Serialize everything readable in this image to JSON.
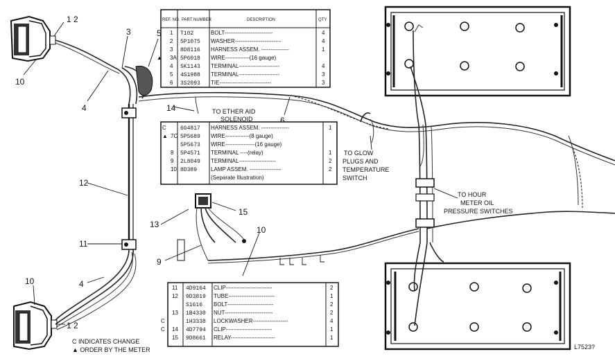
{
  "callouts": {
    "lamp_top": "1 2",
    "n3": "3",
    "n5": "5",
    "n10_top": "10",
    "n4_top": "4",
    "n14": "14",
    "n6": "6",
    "n12": "12",
    "n11": "11",
    "n4_bot": "4",
    "n10_bot": "10",
    "lamp_bot": "1 2",
    "n13": "13",
    "n15": "15",
    "n9": "9",
    "n10_mid": "10"
  },
  "labels": {
    "ether_line1": "TO ETHER AID",
    "ether_line2": "SOLENOID",
    "glow_line1": "TO GLOW",
    "glow_line2": "PLUGS AND",
    "glow_line3": "TEMPERATURE",
    "glow_line4": "SWITCH",
    "hour_line1": "TO HOUR",
    "hour_line2": "METER OIL",
    "hour_line3": "PRESSURE SWITCHES",
    "legend_line1": "C INDICATES CHANGE",
    "legend_line2": "▲ ORDER BY THE METER",
    "figure_no": "L7523?"
  },
  "table1": {
    "headers": [
      "REF. NO.",
      "PART NUMBER",
      "DESCRIPTION",
      "QTY"
    ],
    "rows": [
      {
        "mark": "",
        "ref": "1",
        "part": "T102",
        "desc": "BOLT--------------------------",
        "qty": "4"
      },
      {
        "mark": "",
        "ref": "2",
        "part": "5P1075",
        "desc": "WASHER-------------------------",
        "qty": "4"
      },
      {
        "mark": "",
        "ref": "3",
        "part": "8D8116",
        "desc": "HARNESS ASSEM. ---------------",
        "qty": "1"
      },
      {
        "mark": "▲",
        "ref": "3A",
        "part": "5P6018",
        "desc": "WIRE-------------(16 gauge)",
        "qty": ""
      },
      {
        "mark": "",
        "ref": "4",
        "part": "5K1143",
        "desc": "TERMINAL----------------------",
        "qty": "4"
      },
      {
        "mark": "",
        "ref": "5",
        "part": "4S1988",
        "desc": "TERMINAL----------------------",
        "qty": "3"
      },
      {
        "mark": "",
        "ref": "6",
        "part": "3S2093",
        "desc": "TIE----------------------------",
        "qty": "3"
      }
    ]
  },
  "table2": {
    "rows": [
      {
        "mark": "C",
        "ref": "",
        "part": "6G4817",
        "desc": "HARNESS ASSEM. ---------------",
        "qty": "1"
      },
      {
        "mark": "▲",
        "ref": "7C",
        "part": "5P5689",
        "desc": "WIRE-------------(8 gauge)",
        "qty": ""
      },
      {
        "mark": "",
        "ref": "",
        "part": "5P5673",
        "desc": "WIRE----------------(16 gauge)",
        "qty": ""
      },
      {
        "mark": "",
        "ref": "8",
        "part": "5P4571",
        "desc": "TERMINAL ----(relay)",
        "qty": "1"
      },
      {
        "mark": "",
        "ref": "9",
        "part": "2L8049",
        "desc": "TERMINAL--------------------",
        "qty": "2"
      },
      {
        "mark": "",
        "ref": "10",
        "part": "8D389",
        "desc": "LAMP ASSEM. -----------------",
        "qty": "2"
      },
      {
        "mark": "",
        "ref": "",
        "part": "",
        "desc": "(Separate Illustration)",
        "qty": ""
      }
    ]
  },
  "table3": {
    "rows": [
      {
        "mark": "",
        "ref": "11",
        "part": "4D9164",
        "desc": "CLIP-------------------------",
        "qty": "2"
      },
      {
        "mark": "",
        "ref": "12",
        "part": "9D3819",
        "desc": "TUBE-------------------------",
        "qty": "1"
      },
      {
        "mark": "",
        "ref": "",
        "part": "S1616",
        "desc": "BOLT-------------------------",
        "qty": "2"
      },
      {
        "mark": "",
        "ref": "13",
        "part": "1B4330",
        "desc": "NUT--------------------------",
        "qty": "2"
      },
      {
        "mark": "C",
        "ref": "",
        "part": "1H3338",
        "desc": "LOCKWASHER-------------------",
        "qty": "4"
      },
      {
        "mark": "C",
        "ref": "14",
        "part": "4D7794",
        "desc": "CLIP-------------------------",
        "qty": "1"
      },
      {
        "mark": "",
        "ref": "15",
        "part": "9D8661",
        "desc": "RELAY------------------------",
        "qty": "1"
      }
    ]
  }
}
